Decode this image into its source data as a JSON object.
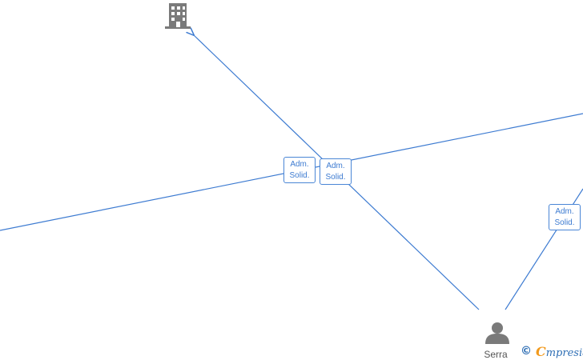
{
  "graph": {
    "edge_labels": [
      {
        "line1": "Adm.",
        "line2": "Solid."
      },
      {
        "line1": "Adm.",
        "line2": "Solid."
      },
      {
        "line1": "Adm.",
        "line2": "Solid."
      }
    ],
    "nodes": {
      "company_icon": "building-icon",
      "person_icon": "person-icon",
      "person_name": "Serra"
    },
    "colors": {
      "edge": "#3d7bd1",
      "icon": "#7a7a7a"
    }
  },
  "watermark": {
    "copyright": "©",
    "brand_first": "C",
    "brand_rest": "mpresia"
  }
}
